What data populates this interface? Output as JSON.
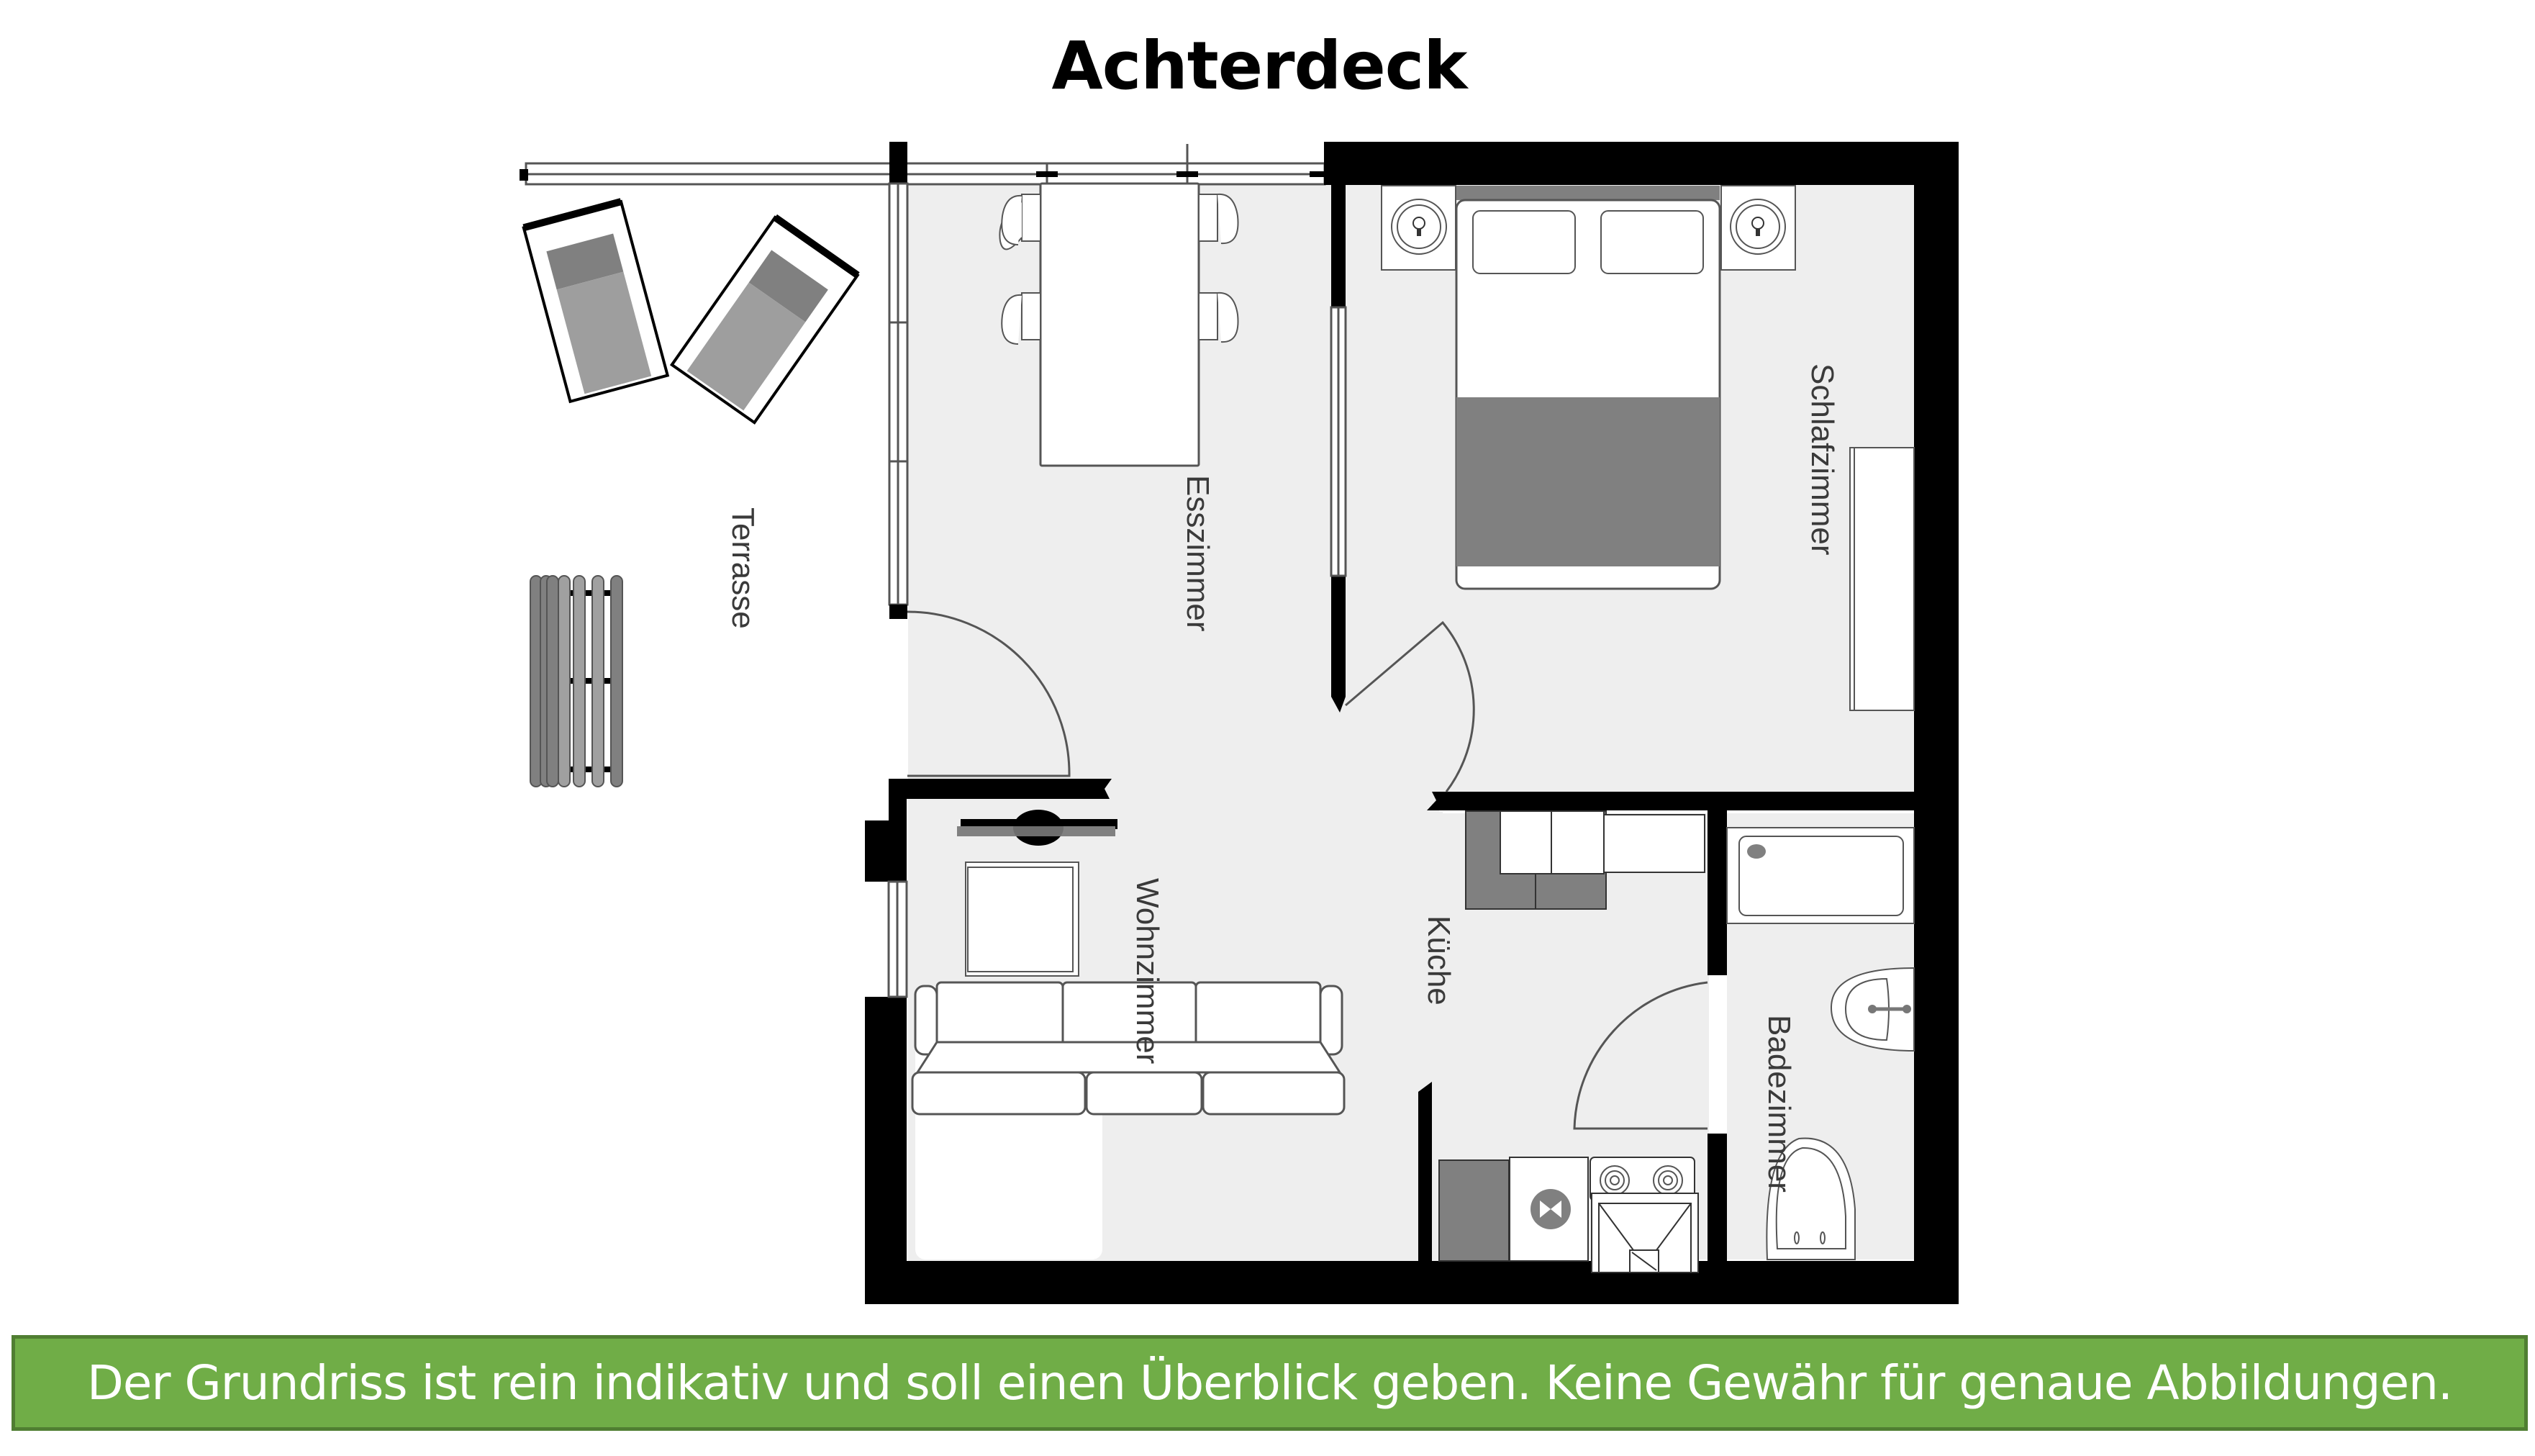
{
  "title": "Achterdeck",
  "rooms": {
    "terrasse": "Terrasse",
    "esszimmer": "Esszimmer",
    "schlafzimmer": "Schlafzimmer",
    "wohnzimmer": "Wohnzimmer",
    "kueche": "Küche",
    "badezimmer": "Badezimmer"
  },
  "furniture": {
    "terrasse": [
      "sun-lounger",
      "sun-lounger",
      "bench"
    ],
    "esszimmer": [
      "dining-table",
      "chair",
      "chair",
      "chair",
      "chair"
    ],
    "schlafzimmer": [
      "double-bed",
      "pillow",
      "pillow",
      "nightstand-lamp",
      "nightstand-lamp",
      "wardrobe"
    ],
    "wohnzimmer": [
      "tv",
      "armchair",
      "three-seat-sofa"
    ],
    "kueche": [
      "counter",
      "cabinet",
      "dishwasher",
      "stove",
      "sink"
    ],
    "badezimmer": [
      "shower-tray",
      "washbasin",
      "toilet"
    ]
  },
  "colors": {
    "wall": "#000000",
    "floor": "#eeeeee",
    "furniture_fill": "#ffffff",
    "furniture_accent": "#808080",
    "banner_bg": "#70ad47",
    "banner_border": "#507e32",
    "banner_text": "#ffffff"
  },
  "disclaimer": "Der Grundriss ist rein indikativ und soll einen Überblick geben. Keine Gewähr für genaue Abbildungen."
}
